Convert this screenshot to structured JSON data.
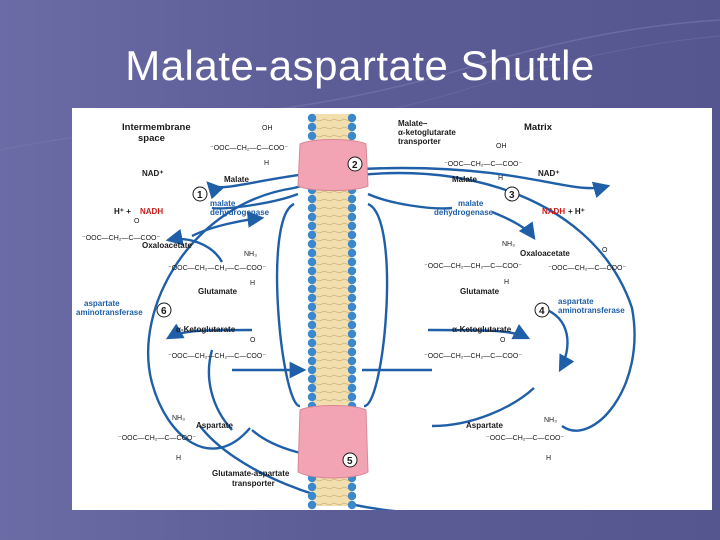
{
  "slide": {
    "title": "Malate-aspartate Shuttle"
  },
  "diagram": {
    "labels": {
      "intermembrane_space": "Intermembrane\nspace",
      "matrix": "Matrix",
      "malate_akg_transporter": "Malate–\nα-ketoglutarate\ntransporter",
      "glu_asp_transporter": "Glutamate-aspartate\ntransporter"
    },
    "steps": [
      "1",
      "2",
      "3",
      "4",
      "5",
      "6"
    ],
    "left": {
      "nad_plus": "NAD⁺",
      "h_plus": "H⁺ +",
      "nadh": "NADH",
      "malate": "Malate",
      "malate_dh": "malate\ndehydrogenase",
      "oxaloacetate": "Oxaloacetate",
      "glutamate": "Glutamate",
      "asp_aminotransferase": "aspartate\naminotransferase",
      "akg": "α-Ketoglutarate",
      "aspartate": "Aspartate"
    },
    "right": {
      "malate": "Malate",
      "nad_plus": "NAD⁺",
      "malate_dh": "malate\ndehydrogenase",
      "nadh": "NADH",
      "h_plus": "+ H⁺",
      "oxaloacetate": "Oxaloacetate",
      "glutamate": "Glutamate",
      "asp_aminotransferase": "aspartate\naminotransferase",
      "akg": "α-Ketoglutarate",
      "aspartate": "Aspartate"
    },
    "formulas": {
      "malate": "⁻OOC—CH₂—C—COO⁻",
      "oxaloacetate": "⁻OOC—CH₂—C—COO⁻",
      "glutamate": "⁻OOC—CH₂—CH₂—C—COO⁻",
      "akg": "⁻OOC—CH₂—CH₂—C—COO⁻",
      "aspartate": "⁻OOC—CH₂—C—COO⁻",
      "oh": "OH",
      "h": "H",
      "o": "O",
      "nh3": "NH₃",
      "plus": "+"
    }
  },
  "colors": {
    "arrow": "#1f5fa8",
    "membrane_bead": "#3b88cc",
    "membrane_core": "#f3dfae",
    "transporter": "#f2a4b4",
    "nadh": "#cc1b1b"
  }
}
